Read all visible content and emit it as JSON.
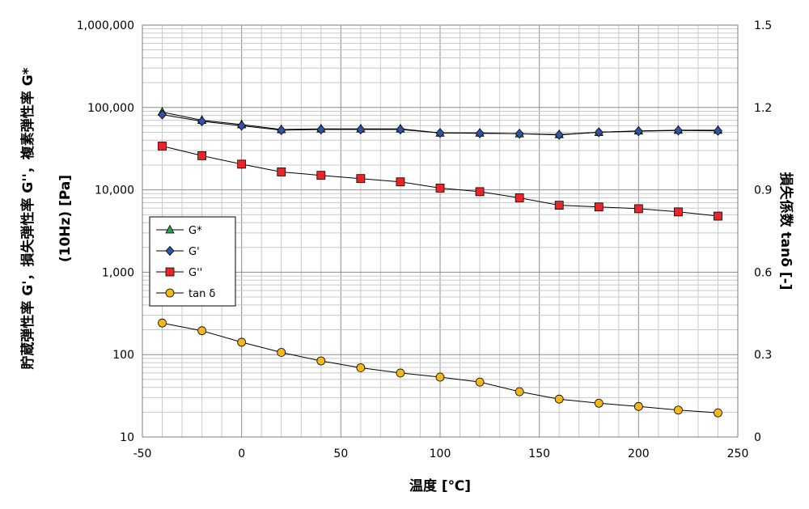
{
  "chart_data": {
    "type": "scatter",
    "x_axis": {
      "label": "温度 [℃]",
      "range": [
        -50,
        250
      ],
      "ticks": [
        -50,
        0,
        50,
        100,
        150,
        200,
        250
      ],
      "tick_labels": [
        "-50",
        "0",
        "50",
        "100",
        "150",
        "200",
        "250"
      ]
    },
    "y_left": {
      "label_lines": [
        "貯蔵弾性率 G'，損失弾性率 G''，複素弾性率 G*",
        "(10Hz) [Pa]"
      ],
      "scale": "log",
      "range": [
        10,
        1000000
      ],
      "ticks": [
        10,
        100,
        1000,
        10000,
        100000,
        1000000
      ],
      "tick_labels": [
        "10",
        "100",
        "1,000",
        "10,000",
        "100,000",
        "1,000,000"
      ]
    },
    "y_right": {
      "label": "損失係数 tanδ [-]",
      "scale": "linear",
      "range": [
        0,
        1.5
      ],
      "ticks": [
        0,
        0.3,
        0.6,
        0.9,
        1.2,
        1.5
      ],
      "tick_labels": [
        "0",
        "0.3",
        "0.6",
        "0.9",
        "1.2",
        "1.5"
      ]
    },
    "grid": true,
    "legend": "left",
    "series": [
      {
        "name": "G*",
        "axis": "left",
        "marker": "triangle",
        "color": "#2e9e48",
        "x": [
          -40,
          -20,
          0,
          20,
          40,
          60,
          80,
          100,
          120,
          140,
          160,
          180,
          200,
          220,
          240
        ],
        "y": [
          88000,
          70000,
          62000,
          54000,
          55000,
          55000,
          55000,
          49000,
          49000,
          48000,
          47000,
          50000,
          52000,
          53000,
          53000
        ]
      },
      {
        "name": "G'",
        "axis": "left",
        "marker": "diamond",
        "color": "#2f54a6",
        "x": [
          -40,
          -20,
          0,
          20,
          40,
          60,
          80,
          100,
          120,
          140,
          160,
          180,
          200,
          220,
          240
        ],
        "y": [
          82000,
          68000,
          60000,
          53000,
          54000,
          54000,
          54000,
          49000,
          48500,
          48000,
          46500,
          50000,
          51500,
          52500,
          52000
        ]
      },
      {
        "name": "G''",
        "axis": "left",
        "marker": "square",
        "color": "#e8262a",
        "x": [
          -40,
          -20,
          0,
          20,
          40,
          60,
          80,
          100,
          120,
          140,
          160,
          180,
          200,
          220,
          240
        ],
        "y": [
          34000,
          26000,
          20500,
          16500,
          15000,
          13700,
          12500,
          10500,
          9500,
          8000,
          6500,
          6200,
          5900,
          5400,
          4800
        ]
      },
      {
        "name": "tan δ",
        "axis": "right",
        "marker": "circle",
        "color": "#f5b818",
        "x": [
          -40,
          -20,
          0,
          20,
          40,
          60,
          80,
          100,
          120,
          140,
          160,
          180,
          200,
          220,
          240
        ],
        "y": [
          0.415,
          0.387,
          0.345,
          0.308,
          0.277,
          0.252,
          0.233,
          0.218,
          0.2,
          0.165,
          0.138,
          0.123,
          0.111,
          0.098,
          0.088
        ]
      }
    ]
  }
}
